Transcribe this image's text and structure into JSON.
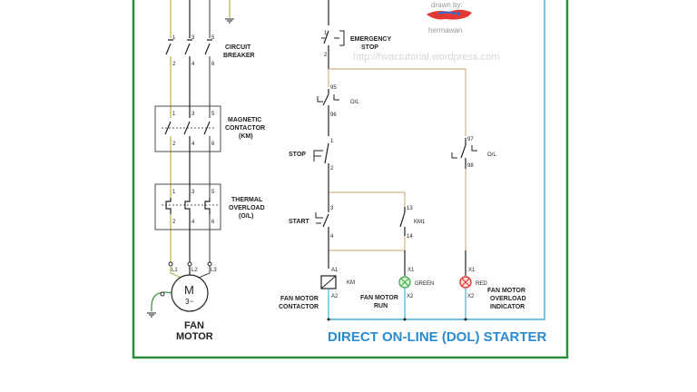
{
  "colors": {
    "frame": "#2e8b3a",
    "title": "#2a8bd0",
    "neutral_wire": "#3cb4d8",
    "phase_wire_yellow": "#b9b24a",
    "control_wire_tan": "#c9a36a",
    "motor_ring": "#2e8b3a",
    "green_lamp": "#4caf50",
    "red_lamp": "#e53935"
  },
  "credit": {
    "drawn_by": "drawn by:",
    "author": "hermawan"
  },
  "watermark": "http://hvactutorial.wordpress.com",
  "title": "DIRECT ON-LINE (DOL) STARTER",
  "power_circuit": {
    "circuit_breaker": [
      "CIRCUIT",
      "BREAKER"
    ],
    "magnetic_contactor": [
      "MAGNETIC",
      "CONTACTOR",
      "(KM)"
    ],
    "thermal_overload": [
      "THERMAL",
      "OVERLOAD",
      "(O/L)"
    ],
    "terminals": [
      "L1",
      "L2",
      "L3"
    ],
    "motor_symbol": "M",
    "motor_phase": "3~",
    "motor_label": [
      "FAN",
      "MOTOR"
    ],
    "pin_top": [
      "1",
      "3",
      "5"
    ],
    "pin_bottom": [
      "2",
      "4",
      "6"
    ]
  },
  "control_circuit": {
    "emergency_stop": [
      "EMERGENCY",
      "STOP"
    ],
    "ol_contact": "O/L",
    "ol_pins": [
      "95",
      "96"
    ],
    "stop": "STOP",
    "start": "START",
    "km1": "KM1",
    "km1_pins": [
      "13",
      "14"
    ],
    "ol2_pins": [
      "97",
      "98"
    ],
    "pin_1": "1",
    "pin_2": "2",
    "pin_3": "3",
    "pin_4": "4",
    "coil": "KM",
    "a1": "A1",
    "a2": "A2",
    "x1": "X1",
    "x2": "X2",
    "green": "GREEN",
    "red": "RED",
    "fan_motor_contactor": [
      "FAN MOTOR",
      "CONTACTOR"
    ],
    "fan_motor_run": [
      "FAN MOTOR",
      "RUN"
    ],
    "fan_motor_overload": [
      "FAN MOTOR",
      "OVERLOAD",
      "INDICATOR"
    ]
  }
}
